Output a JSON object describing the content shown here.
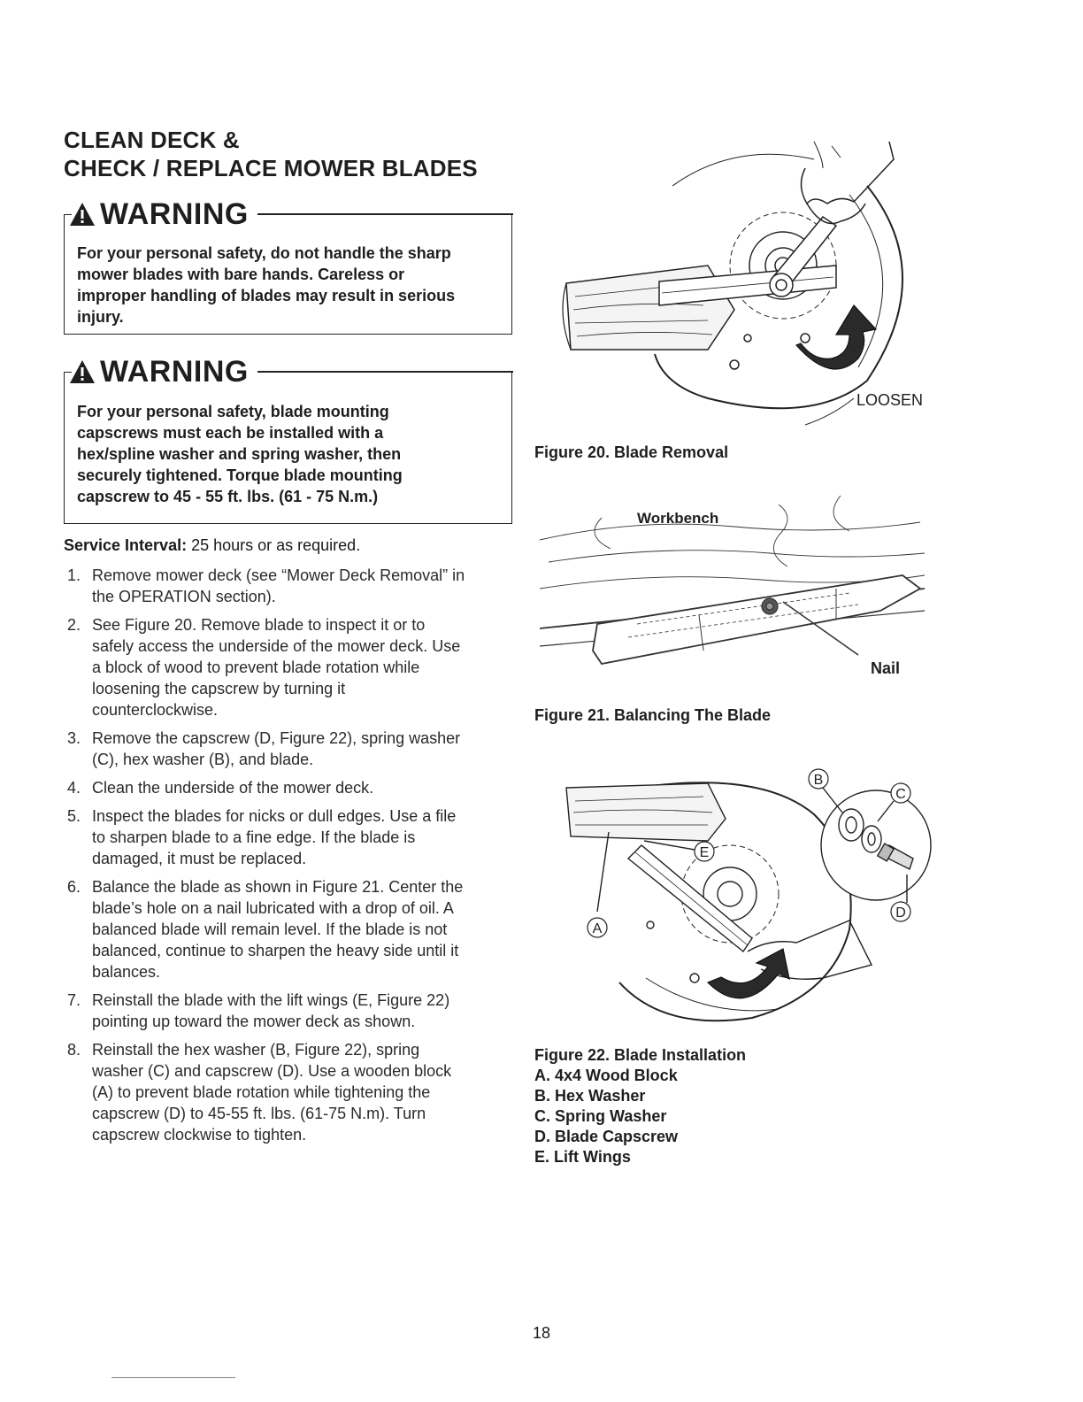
{
  "heading": {
    "line1": "CLEAN DECK &",
    "line2": "CHECK / REPLACE MOWER BLADES"
  },
  "warnings": [
    {
      "title": "WARNING",
      "lines": [
        "For your personal safety, do not handle the sharp",
        "mower blades with bare hands. Careless or",
        "improper handling of blades may result in serious",
        "injury."
      ]
    },
    {
      "title": "WARNING",
      "lines": [
        "For your personal safety, blade mounting",
        "capscrews must each be installed with a",
        "hex/spline washer and spring washer, then",
        "securely tightened. Torque blade mounting",
        "capscrew to  45 - 55 ft. lbs. (61 - 75 N.m.)"
      ]
    }
  ],
  "service": {
    "label": "Service Interval:",
    "value": " 25 hours or as required."
  },
  "steps": [
    {
      "num": "1.",
      "lines": [
        "Remove mower deck (see “Mower Deck Removal” in",
        "the OPERATION section)."
      ]
    },
    {
      "num": "2.",
      "lines": [
        "See Figure 20.  Remove blade to inspect it or to",
        "safely access the underside of the mower deck.  Use",
        "a block of wood to prevent blade rotation while",
        "loosening the capscrew by turning it",
        "counterclockwise."
      ]
    },
    {
      "num": "3.",
      "lines": [
        "Remove the capscrew (D, Figure 22), spring washer",
        "(C), hex washer (B), and blade."
      ]
    },
    {
      "num": "4.",
      "lines": [
        "Clean the underside of the mower deck."
      ]
    },
    {
      "num": "5.",
      "lines": [
        "Inspect the blades for nicks or dull edges.  Use a file",
        "to sharpen blade to a fine edge. If the blade is",
        "damaged, it must be replaced."
      ]
    },
    {
      "num": "6.",
      "lines": [
        "Balance the blade as shown in Figure 21.  Center the",
        "blade’s hole on a nail lubricated with a drop of oil. A",
        "balanced blade will remain level.  If the blade is not",
        "balanced, continue to sharpen the heavy side until it",
        "balances."
      ]
    },
    {
      "num": "7.",
      "lines": [
        "Reinstall the blade with the lift wings (E, Figure 22)",
        "pointing up toward the mower deck as shown."
      ]
    },
    {
      "num": "8.",
      "lines": [
        "Reinstall the hex washer (B, Figure 22), spring",
        "washer (C) and capscrew (D). Use a wooden block",
        "(A) to prevent blade rotation while tightening the",
        "capscrew (D) to 45-55 ft. lbs. (61-75 N.m).  Turn",
        "capscrew clockwise to tighten."
      ]
    }
  ],
  "figures": {
    "fig20": {
      "caption": "Figure 20.  Blade Removal",
      "label_loosen": "LOOSEN"
    },
    "fig21": {
      "caption": "Figure 21. Balancing The Blade",
      "label_workbench": "Workbench",
      "label_nail": "Nail"
    },
    "fig22": {
      "caption": "Figure 22.  Blade Installation",
      "callouts": {
        "a": "A",
        "b": "B",
        "c": "C",
        "d": "D",
        "e": "E"
      },
      "legend": [
        "A.  4x4 Wood Block",
        "B.  Hex Washer",
        "C.  Spring Washer",
        "D.  Blade Capscrew",
        "E.  Lift Wings"
      ]
    }
  },
  "page_number": "18"
}
